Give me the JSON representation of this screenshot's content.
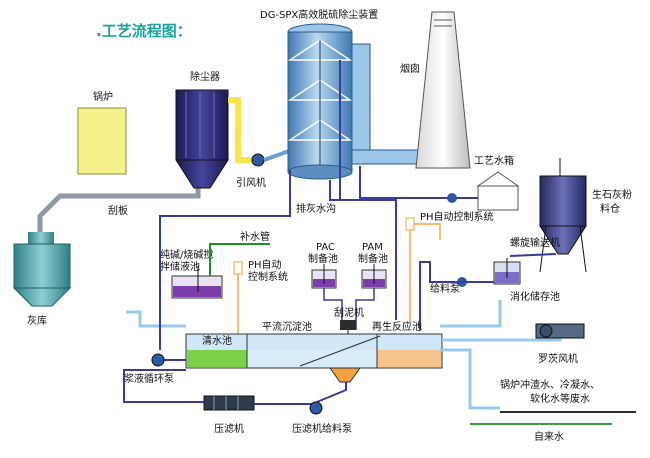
{
  "title": ".工艺流程图：",
  "device_title": "DG-SPX高效脱硫除尘装置",
  "labels": {
    "boiler": "锅炉",
    "dust_collector": "除尘器",
    "chimney": "烟囱",
    "fan": "引风机",
    "scraper": "刮板",
    "ash_silo": "灰库",
    "drain_ditch": "排灰水沟",
    "process_tank": "工艺水箱",
    "lime_silo_1": "生石灰粉",
    "lime_silo_2": "料仓",
    "ph_control_top": "PH自动控制系统",
    "screw_conveyor": "螺旋输送机",
    "feed_pump": "给料泵",
    "slaking_tank": "消化储存池",
    "alkali_tank_1": "纯碱/烧碱搅",
    "alkali_tank_2": "拌储液池",
    "makeup_pipe": "补水管",
    "ph_control_mid_1": "PH自动",
    "ph_control_mid_2": "控制系统",
    "pac_1": "PAC",
    "pac_2": "制备池",
    "pam_1": "PAM",
    "pam_2": "制备池",
    "mud_scraper": "刮泥机",
    "clear_tank": "清水池",
    "settling_tank": "平流沉淀池",
    "regen_tank": "再生反应池",
    "roots_blower": "罗茨风机",
    "slurry_pump": "浆液循环泵",
    "wastewater_1": "锅炉冲渣水、冷凝水、",
    "wastewater_2": "软化水等废水",
    "filter_press": "压滤机",
    "filter_feed_pump": "压滤机给料泵",
    "tap_water": "自来水"
  },
  "colors": {
    "title": "#1aa39a",
    "boiler": "#f6f18a",
    "dust_collector": "#2b2a7a",
    "tower": "#6aa0cc",
    "water_pipe": "#9ac8ec",
    "slurry_pipe": "#3a3a9a",
    "green_pipe": "#1f8f2a",
    "grey_pipe": "#8e9aa4",
    "orange": "#f2a23c",
    "tank_water": "#cfe7f7"
  }
}
